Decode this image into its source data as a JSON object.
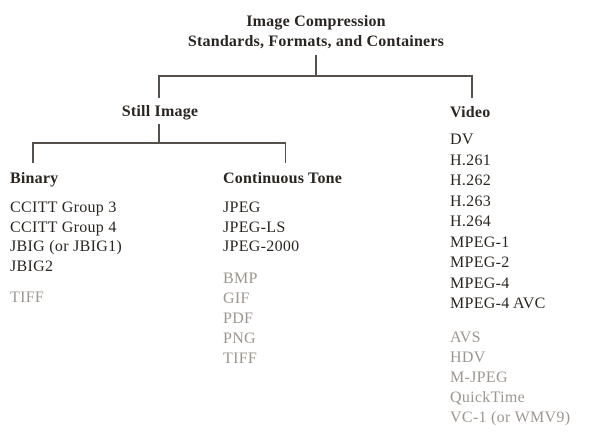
{
  "colors": {
    "background": "#ffffff",
    "text_dark": "#2a2520",
    "text_gray": "#9d9790",
    "line": "#56504a"
  },
  "title": {
    "line1": "Image Compression",
    "line2": "Standards, Formats, and Containers"
  },
  "branches": {
    "still_image": {
      "label": "Still Image"
    },
    "video": {
      "label": "Video"
    }
  },
  "groups": {
    "binary": {
      "label": "Binary",
      "standards": [
        "CCITT Group 3",
        "CCITT Group 4",
        "JBIG (or JBIG1)",
        "JBIG2"
      ],
      "formats_gray": [
        "TIFF"
      ]
    },
    "continuous_tone": {
      "label": "Continuous Tone",
      "standards": [
        "JPEG",
        "JPEG-LS",
        "JPEG-2000"
      ],
      "formats_gray": [
        "BMP",
        "GIF",
        "PDF",
        "PNG",
        "TIFF"
      ]
    },
    "video": {
      "standards": [
        "DV",
        "H.261",
        "H.262",
        "H.263",
        "H.264",
        "MPEG-1",
        "MPEG-2",
        "MPEG-4",
        "MPEG-4 AVC"
      ],
      "formats_gray": [
        "AVS",
        "HDV",
        "M-JPEG",
        "QuickTime",
        "VC-1 (or WMV9)"
      ]
    }
  }
}
